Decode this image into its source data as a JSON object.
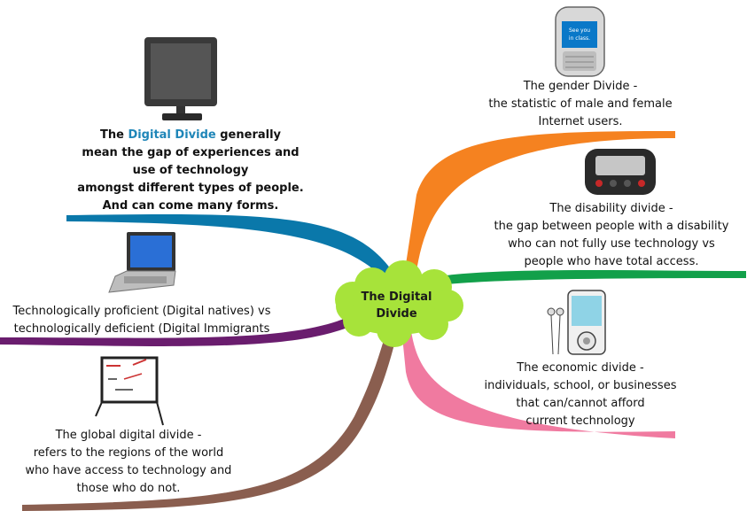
{
  "center": {
    "line1": "The Digital",
    "line2": "Divide"
  },
  "colors": {
    "teal": "#0a78aa",
    "orange": "#f58220",
    "green": "#12a04a",
    "purple": "#6a1d6e",
    "pink": "#f07aa0",
    "brown": "#8a5e4f",
    "cloud": "#a7e33a"
  },
  "definition": {
    "prefix": "The ",
    "highlight": "Digital Divide",
    "suffix": " generally",
    "line2": "mean the gap of experiences and",
    "line3": "use of technology",
    "line4": "amongst different types of people.",
    "line5": "And can come many forms."
  },
  "natives": {
    "line1": "Technologically proficient (Digital natives) vs",
    "line2": "technologically deficient (Digital Immigrants"
  },
  "global": {
    "line1": "The global digital divide -",
    "line2": "refers to the regions of the world",
    "line3": "who have access to technology and",
    "line4": "those who do not."
  },
  "gender": {
    "line1": "The gender Divide  -",
    "line2": "the statistic of male and female",
    "line3": "Internet users."
  },
  "disability": {
    "line1": "The disability divide -",
    "line2": "the gap between people with a disability",
    "line3": "who can not fully use technology vs",
    "line4": "people who have total access."
  },
  "economic": {
    "line1": "The economic divide -",
    "line2": "individuals, school, or businesses",
    "line3": "that can/cannot afford",
    "line4": "current technology"
  },
  "phone_screen": {
    "line1": "See you",
    "line2": "in class."
  },
  "icons": [
    "monitor-icon",
    "laptop-icon",
    "whiteboard-icon",
    "mobile-phone-icon",
    "pager-icon",
    "mp3-player-icon"
  ]
}
